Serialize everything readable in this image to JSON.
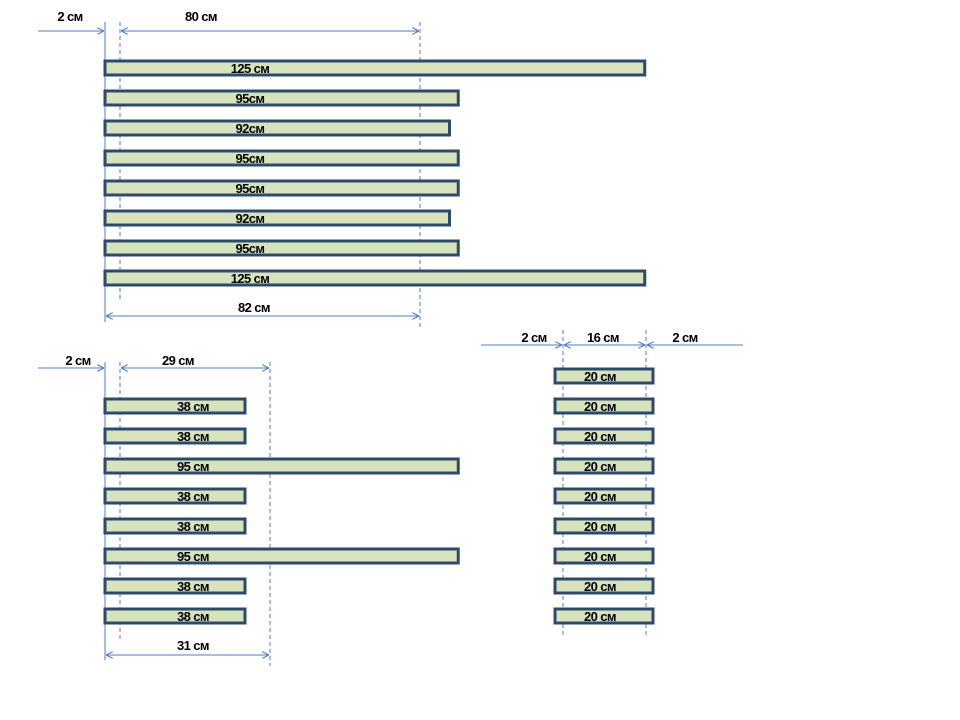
{
  "colors": {
    "plank_fill": "#d6e3bc",
    "plank_stroke": "#2e4a6b",
    "dimension_line": "#4f7ec4"
  },
  "units": "см",
  "groups": [
    {
      "name": "top",
      "dimensions": [
        {
          "label": "2 см"
        },
        {
          "label": "80 см"
        },
        {
          "label": "82 см"
        }
      ],
      "planks": [
        {
          "length": 125,
          "label": "125 см"
        },
        {
          "length": 95,
          "label": "95см"
        },
        {
          "length": 92,
          "label": "92см"
        },
        {
          "length": 95,
          "label": "95см"
        },
        {
          "length": 95,
          "label": "95см"
        },
        {
          "length": 92,
          "label": "92см"
        },
        {
          "length": 95,
          "label": "95см"
        },
        {
          "length": 125,
          "label": "125 см"
        }
      ]
    },
    {
      "name": "bottom-left",
      "dimensions": [
        {
          "label": "2 см"
        },
        {
          "label": "29 см"
        },
        {
          "label": "31 см"
        }
      ],
      "planks": [
        {
          "length": 38,
          "label": "38 см"
        },
        {
          "length": 38,
          "label": "38 см"
        },
        {
          "length": 95,
          "label": "95 см"
        },
        {
          "length": 38,
          "label": "38 см"
        },
        {
          "length": 38,
          "label": "38 см"
        },
        {
          "length": 95,
          "label": "95 см"
        },
        {
          "length": 38,
          "label": "38 см"
        },
        {
          "length": 38,
          "label": "38 см"
        }
      ]
    },
    {
      "name": "bottom-right",
      "dimensions": [
        {
          "label": "2 см"
        },
        {
          "label": "16 см"
        },
        {
          "label": "2 см"
        }
      ],
      "planks": [
        {
          "length": 20,
          "label": "20 см"
        },
        {
          "length": 20,
          "label": "20 см"
        },
        {
          "length": 20,
          "label": "20 см"
        },
        {
          "length": 20,
          "label": "20 см"
        },
        {
          "length": 20,
          "label": "20 см"
        },
        {
          "length": 20,
          "label": "20 см"
        },
        {
          "length": 20,
          "label": "20 см"
        },
        {
          "length": 20,
          "label": "20 см"
        },
        {
          "length": 20,
          "label": "20 см"
        }
      ]
    }
  ]
}
